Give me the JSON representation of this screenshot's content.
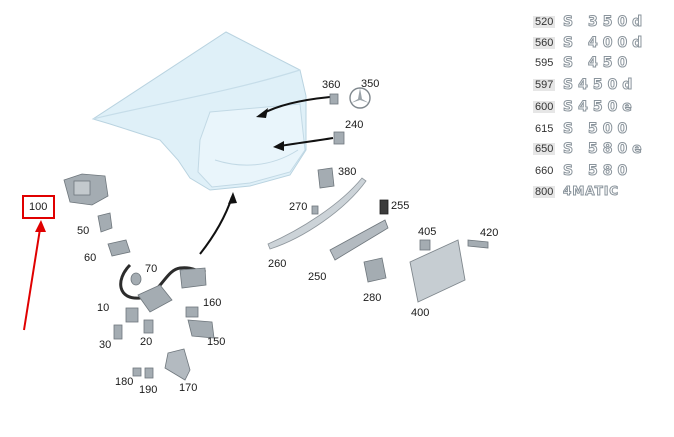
{
  "callouts": {
    "c100": "100",
    "c50": "50",
    "c60": "60",
    "c70": "70",
    "c10": "10",
    "c30": "30",
    "c20": "20",
    "c160": "160",
    "c150": "150",
    "c180": "180",
    "c190": "190",
    "c170": "170",
    "c360": "360",
    "c350": "350",
    "c240": "240",
    "c380": "380",
    "c270": "270",
    "c255": "255",
    "c260": "260",
    "c250": "250",
    "c280": "280",
    "c405": "405",
    "c420": "420",
    "c400": "400"
  },
  "legend": [
    {
      "code": "520",
      "badge": "S 350d"
    },
    {
      "code": "560",
      "badge": "S 400d"
    },
    {
      "code": "595",
      "badge": "S 450"
    },
    {
      "code": "597",
      "badge": "S450d"
    },
    {
      "code": "600",
      "badge": "S450e"
    },
    {
      "code": "615",
      "badge": "S 500"
    },
    {
      "code": "650",
      "badge": "S 580e"
    },
    {
      "code": "660",
      "badge": "S 580"
    },
    {
      "code": "800",
      "badge": "4MATIC"
    }
  ],
  "colors": {
    "highlight": "#e00000",
    "trunk_lid": "#dff0f8",
    "part_gray": "#9aa3a9",
    "arrow": "#111111"
  }
}
